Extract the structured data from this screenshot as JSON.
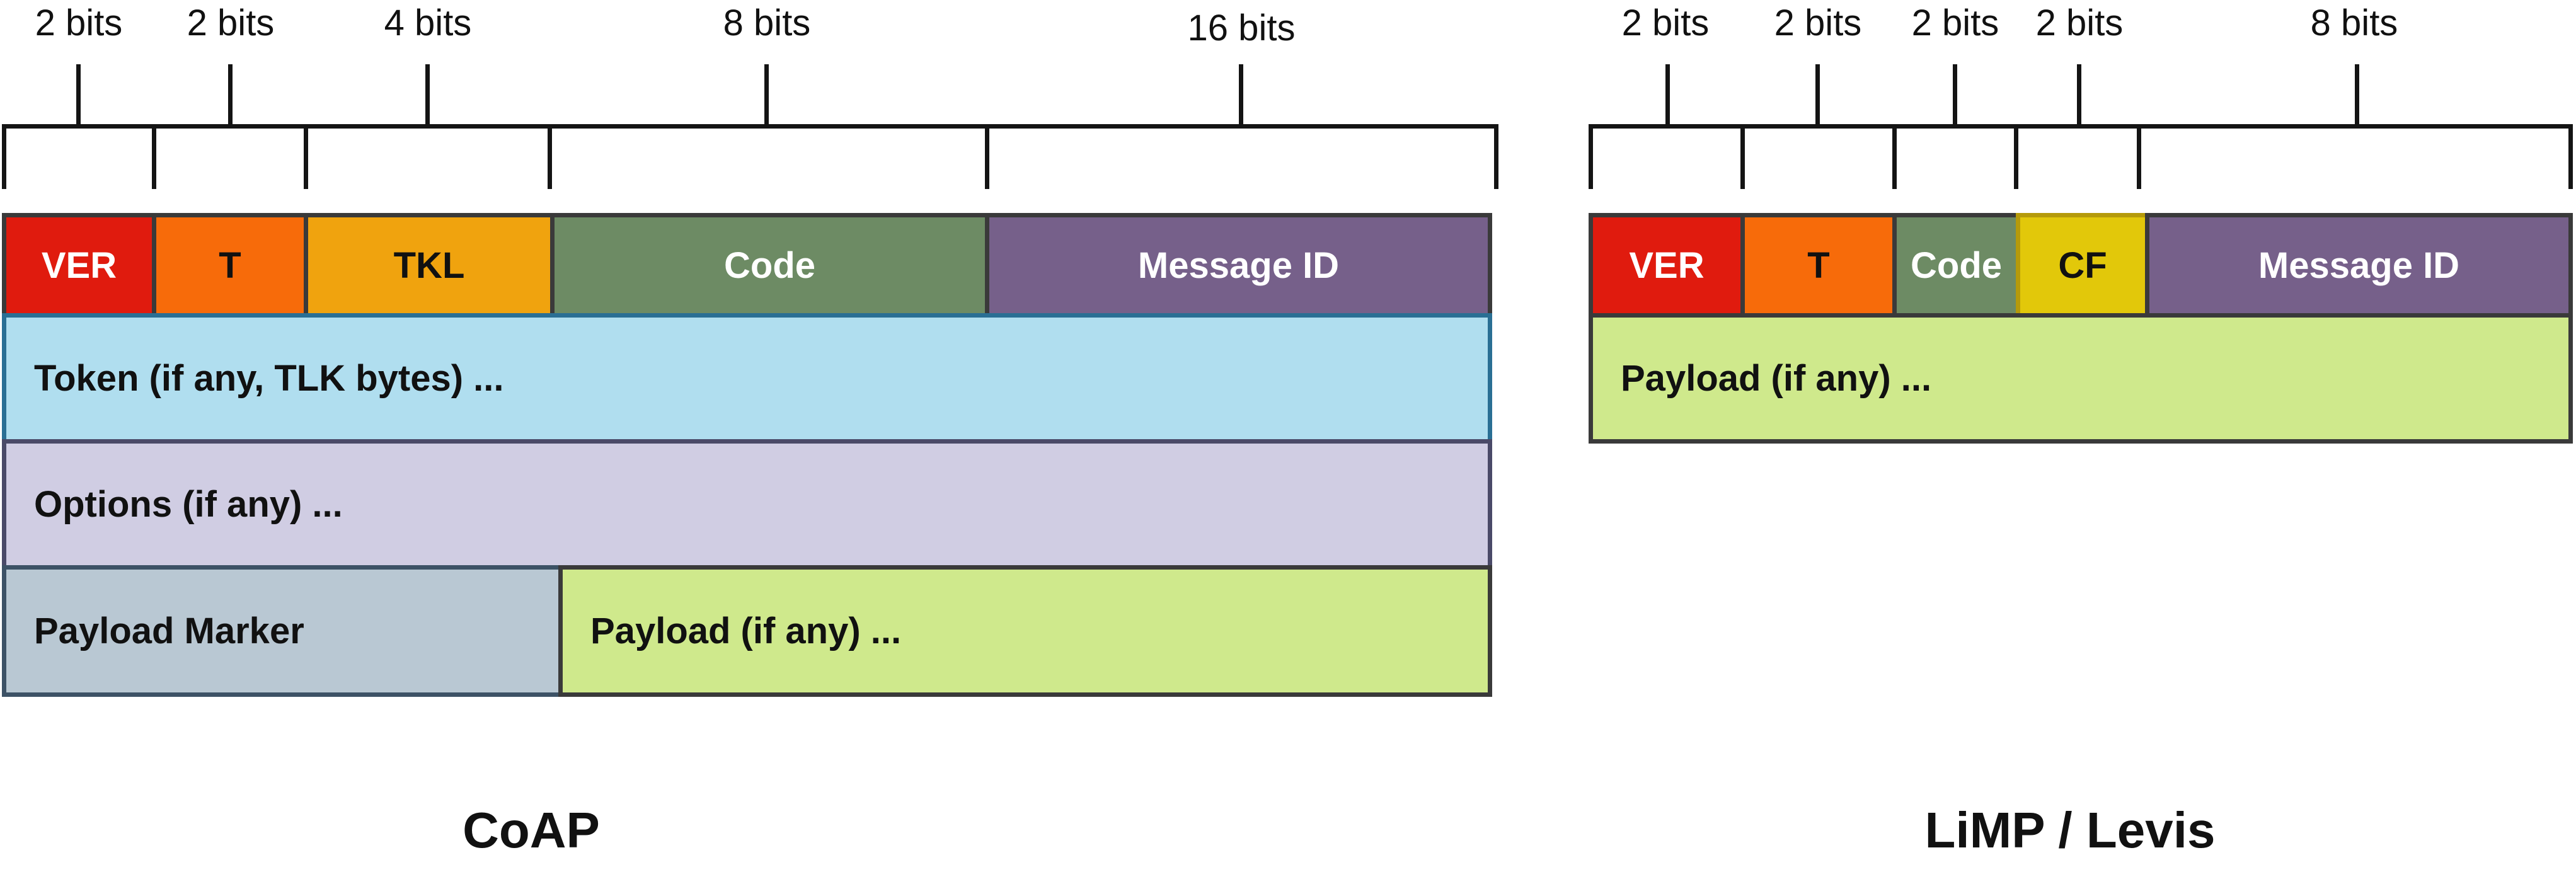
{
  "coap": {
    "caption": "CoAP",
    "sizes": [
      "2 bits",
      "2 bits",
      "4 bits",
      "8 bits",
      "16 bits"
    ],
    "header": {
      "ver": "VER",
      "t": "T",
      "tkl": "TKL",
      "code": "Code",
      "message_id": "Message ID"
    },
    "token": "Token (if any, TLK bytes) ...",
    "options": "Options (if any) ...",
    "payload_marker": "Payload Marker",
    "payload": "Payload (if any) ..."
  },
  "limp": {
    "caption": "LiMP / Levis",
    "sizes": [
      "2 bits",
      "2 bits",
      "2 bits",
      "2 bits",
      "8 bits"
    ],
    "header": {
      "ver": "VER",
      "t": "T",
      "code": "Code",
      "cf": "CF",
      "message_id": "Message ID"
    },
    "payload": "Payload (if any) ..."
  },
  "colors": {
    "ver": "#e01b0e",
    "t": "#f76b0a",
    "tkl": "#f0a30e",
    "code": "#6d8b64",
    "cf": "#e2c80a",
    "message_id": "#76608a",
    "token": "#b0deef",
    "options": "#d0cde3",
    "payload_marker": "#b9c8d3",
    "payload": "#cfe98c"
  }
}
